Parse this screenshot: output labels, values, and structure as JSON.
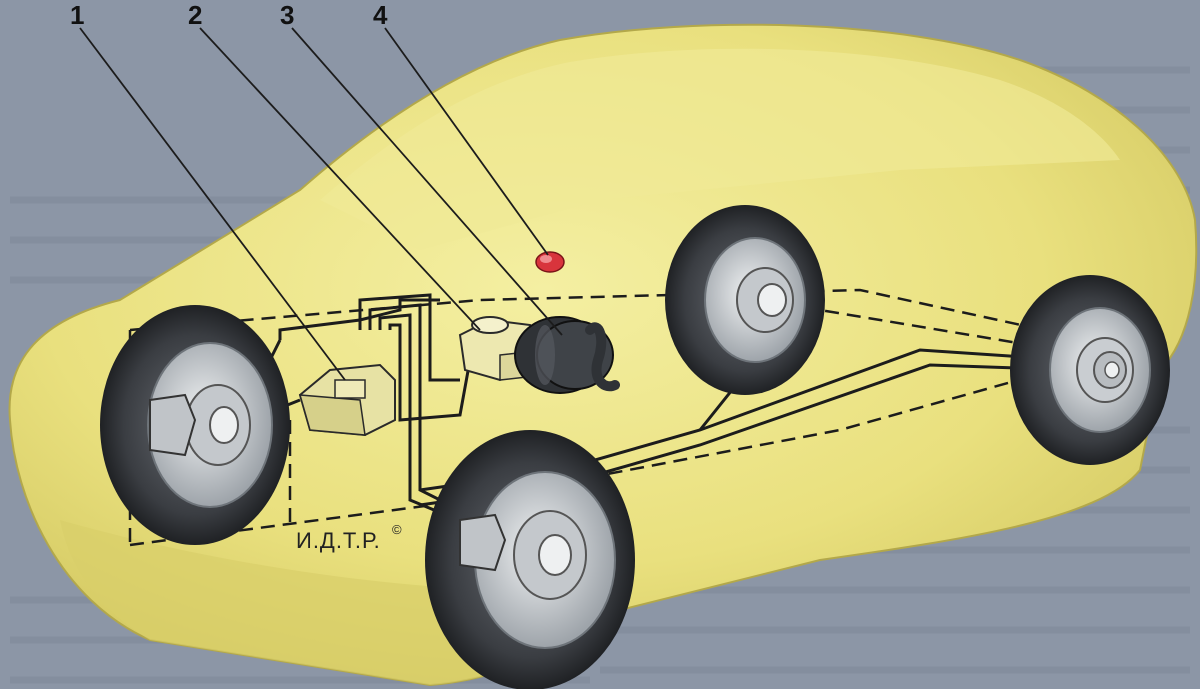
{
  "callouts": [
    {
      "label": "1"
    },
    {
      "label": "2"
    },
    {
      "label": "3"
    },
    {
      "label": "4"
    }
  ],
  "watermark": "И.Д.Т.Р.",
  "watermark_symbol": "©",
  "colors": {
    "page_background": "#8c96a6",
    "car_body": "#ece58a",
    "car_shade": "#d9cf6a",
    "tire": "#3a3d42",
    "rim": "#cfd3d6",
    "brake_lines": "#1c1c1c",
    "reservoir_cap": "#d8343c"
  }
}
